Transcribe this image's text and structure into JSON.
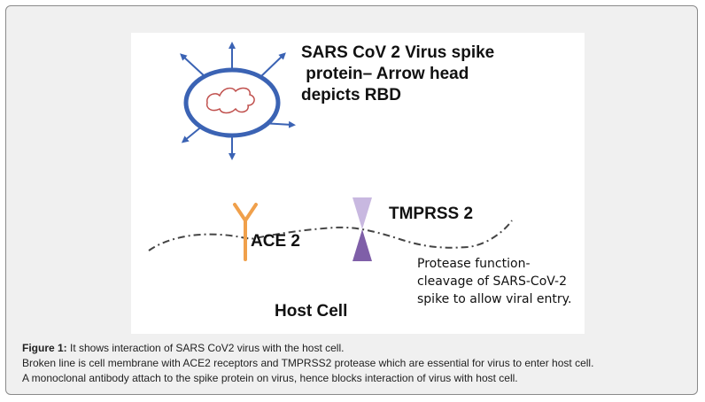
{
  "figure": {
    "virus_title_line1": "SARS CoV 2 Virus spike",
    "virus_title_line2": " protein– Arrow head",
    "virus_title_line3": "depicts RBD",
    "ace2_label": "ACE 2",
    "tmprss2_label": "TMPRSS 2",
    "protease_line1": "Protease function-",
    "protease_line2": "cleavage of SARS-CoV-2",
    "protease_line3": "spike to allow viral entry.",
    "host_cell_label": "Host Cell",
    "colors": {
      "virus_outline": "#3b63b4",
      "spike": "#3b63b4",
      "rna": "#c0504d",
      "ace2": "#f0a04b",
      "tmprss2": "#7f5fa8",
      "membrane": "#444444"
    }
  },
  "caption": {
    "label": "Figure 1:",
    "line1": " It shows interaction of SARS CoV2 virus with the host cell.",
    "line2": "Broken line is cell membrane with ACE2 receptors and TMPRSS2 protease which are essential for virus to enter host cell.",
    "line3": "A monoclonal antibody attach to the spike protein on virus, hence blocks interaction of virus with host cell."
  }
}
